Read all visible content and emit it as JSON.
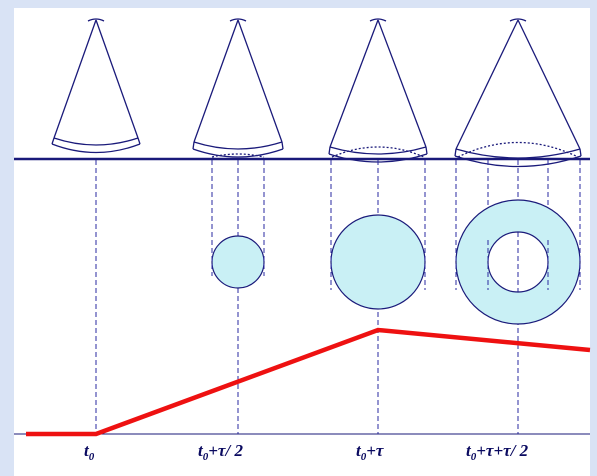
{
  "colors": {
    "background": "#d9e3f5",
    "panel": "#ffffff",
    "surface_line": "#1a1a7a",
    "cone_stroke": "#1a1a7a",
    "guide_line": "#2a2aa0",
    "spot_fill": "#c9f0f5",
    "ramp_line": "#ee1111"
  },
  "time_labels": [
    {
      "base": "t",
      "subscript": "0",
      "suffix": ""
    },
    {
      "base": "t",
      "subscript": "0",
      "suffix": "+τ/ 2"
    },
    {
      "base": "t",
      "subscript": "0",
      "suffix": "+τ"
    },
    {
      "base": "t",
      "subscript": "0",
      "suffix": "+τ+τ/ 2"
    }
  ]
}
